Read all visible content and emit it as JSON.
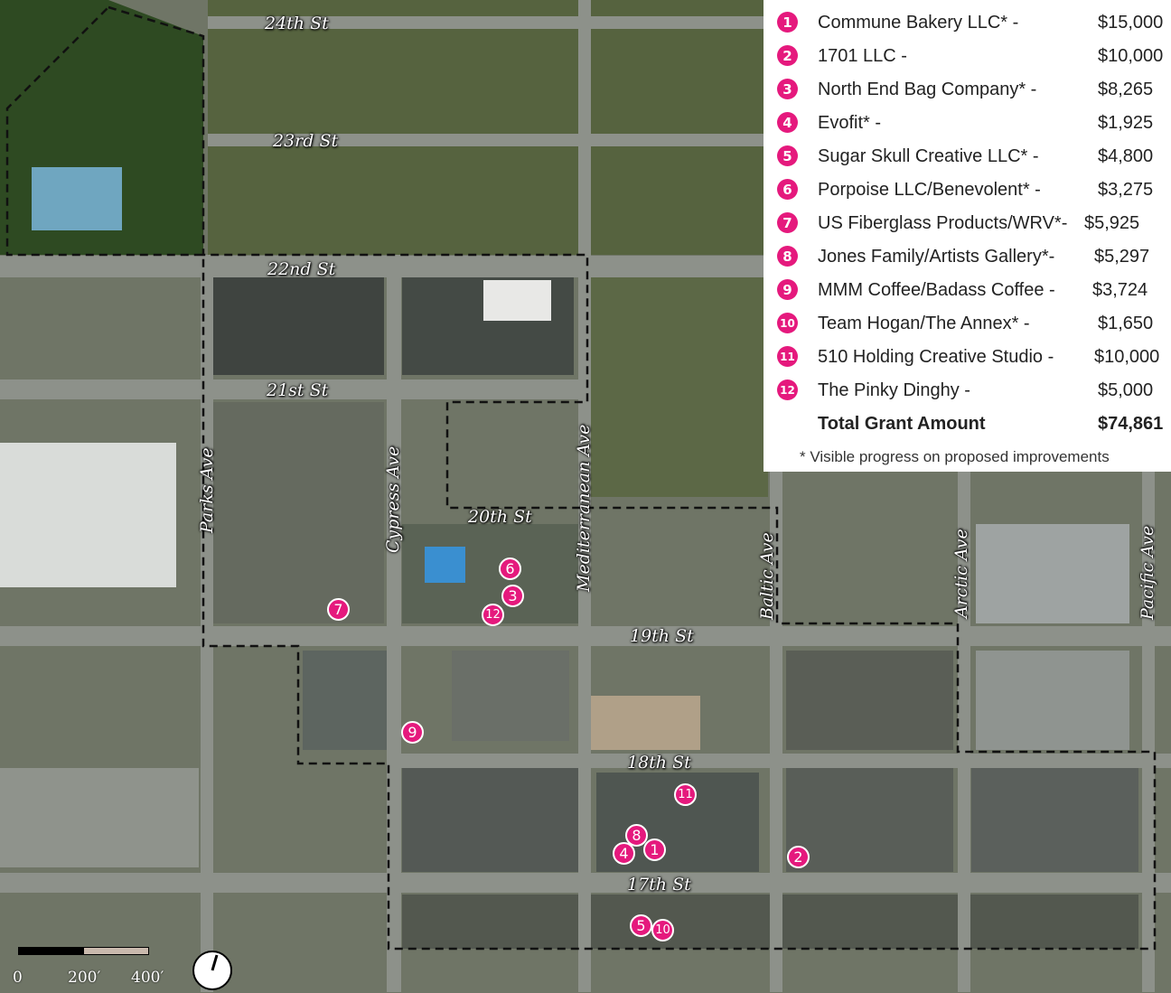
{
  "streets": [
    {
      "id": "24th",
      "label": "24th St",
      "orient": "h"
    },
    {
      "id": "23rd",
      "label": "23rd St",
      "orient": "h"
    },
    {
      "id": "22nd",
      "label": "22nd St",
      "orient": "h"
    },
    {
      "id": "21st",
      "label": "21st St",
      "orient": "h"
    },
    {
      "id": "20th",
      "label": "20th St",
      "orient": "h"
    },
    {
      "id": "19th",
      "label": "19th St",
      "orient": "h"
    },
    {
      "id": "18th",
      "label": "18th St",
      "orient": "h"
    },
    {
      "id": "17th",
      "label": "17th St",
      "orient": "h"
    },
    {
      "id": "parks",
      "label": "Parks Ave",
      "orient": "v"
    },
    {
      "id": "cypress",
      "label": "Cypress Ave",
      "orient": "v"
    },
    {
      "id": "mediterranean",
      "label": "Mediterranean Ave",
      "orient": "v"
    },
    {
      "id": "baltic",
      "label": "Baltic Ave",
      "orient": "v"
    },
    {
      "id": "arctic",
      "label": "Arctic Ave",
      "orient": "v"
    },
    {
      "id": "pacific",
      "label": "Pacific Ave",
      "orient": "v"
    }
  ],
  "grants": [
    {
      "num": "1",
      "name": "Commune Bakery LLC* -",
      "amount": "$15,000"
    },
    {
      "num": "2",
      "name": "1701 LLC -",
      "amount": "$10,000"
    },
    {
      "num": "3",
      "name": "North End Bag Company* -",
      "amount": "$8,265"
    },
    {
      "num": "4",
      "name": "Evofit* -",
      "amount": "$1,925"
    },
    {
      "num": "5",
      "name": "Sugar Skull Creative LLC* -",
      "amount": "$4,800"
    },
    {
      "num": "6",
      "name": "Porpoise LLC/Benevolent* -",
      "amount": "$3,275"
    },
    {
      "num": "7",
      "name": "US Fiberglass Products/WRV*-",
      "amount": "$5,925"
    },
    {
      "num": "8",
      "name": "Jones Family/Artists Gallery*-",
      "amount": "$5,297"
    },
    {
      "num": "9",
      "name": "MMM Coffee/Badass Coffee -",
      "amount": "$3,724"
    },
    {
      "num": "10",
      "name": "Team Hogan/The Annex* -",
      "amount": "$1,650"
    },
    {
      "num": "11",
      "name": "510 Holding Creative Studio -",
      "amount": "$10,000"
    },
    {
      "num": "12",
      "name": "The Pinky Dinghy -",
      "amount": "$5,000"
    }
  ],
  "total": {
    "label": "Total Grant Amount",
    "amount": "$74,861"
  },
  "footnote": "* Visible progress on proposed improvements",
  "scale": {
    "zero": "0",
    "mid": "200′",
    "end": "400′"
  },
  "colors": {
    "marker": "#e5197d",
    "boundary": "#111111",
    "road": "#8d918a"
  },
  "icons": [
    "north-arrow-icon"
  ]
}
